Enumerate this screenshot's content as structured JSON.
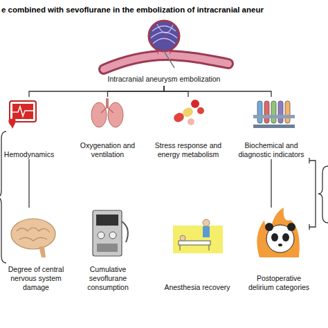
{
  "diagram": {
    "title": "e combined with sevoflurane in the embolization of intracranial aneur",
    "nodes": [
      {
        "text": [
          "Intracranial aneurysm embolization"
        ]
      },
      {
        "text": [
          "Hemodynamics"
        ]
      },
      {
        "text": [
          "Oxygenation and ventilation"
        ]
      },
      {
        "text": [
          "Stress response and energy metabolism"
        ]
      },
      {
        "text": [
          "Biochemical and diagnostic indicators"
        ]
      },
      {
        "text": [
          "Degree of central nervous system damage"
        ]
      },
      {
        "text": [
          "Cumulative sevoflurane consumption"
        ]
      },
      {
        "text": [
          "Anesthesia recovery"
        ]
      },
      {
        "text": [
          "Postoperative delirium categories"
        ]
      }
    ],
    "edges": [
      {
        "from": 0,
        "to": 1,
        "arrow": "none"
      },
      {
        "from": 0,
        "to": 2,
        "arrow": "none"
      },
      {
        "from": 0,
        "to": 3,
        "arrow": "none"
      },
      {
        "from": 0,
        "to": 4,
        "arrow": "none"
      },
      {
        "from": 1,
        "to": 5,
        "arrow": "none"
      },
      {
        "from": 4,
        "to": 8,
        "arrow": "none"
      }
    ]
  }
}
